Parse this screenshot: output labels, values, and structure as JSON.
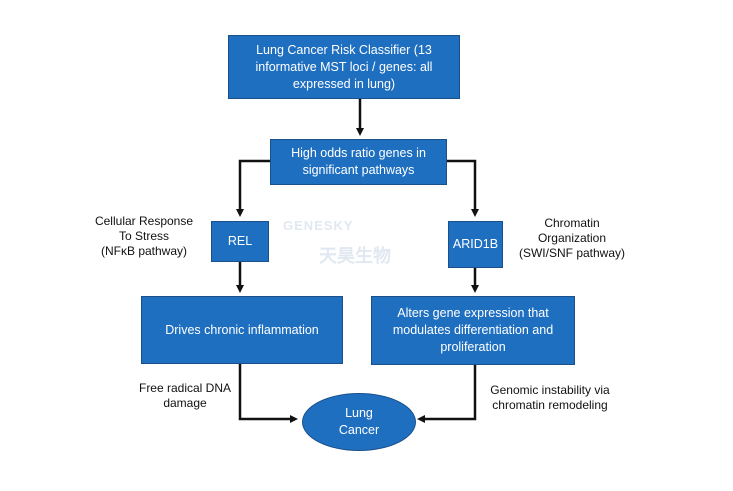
{
  "boxes": {
    "classifier": "Lung Cancer Risk Classifier (13 informative MST loci / genes: all expressed in lung)",
    "high_odds": "High odds ratio genes in significant pathways",
    "rel": "REL",
    "arid1b": "ARID1B",
    "inflammation": "Drives chronic inflammation",
    "alters": "Alters gene expression that modulates differentiation and proliferation",
    "lung_cancer": "Lung\nCancer"
  },
  "labels": {
    "cellular_response": "Cellular Response\nTo Stress\n(NFκB pathway)",
    "chromatin": "Chromatin\nOrganization\n(SWI/SNF pathway)",
    "free_radical": "Free radical DNA\ndamage",
    "genomic": "Genomic instability via\nchromatin remodeling"
  },
  "watermark": {
    "brand": "GENESKY",
    "chinese": "天昊生物"
  },
  "colors": {
    "box_fill": "#1f6fc1",
    "box_border": "#1a4f8a",
    "arrow": "#111111"
  }
}
